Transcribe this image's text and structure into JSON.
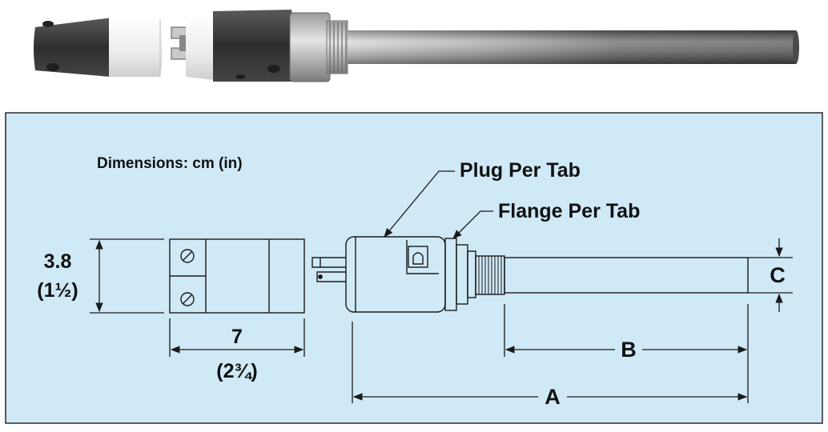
{
  "diagram": {
    "title": "Dimensions: cm (in)",
    "callouts": {
      "plug": "Plug Per Tab",
      "flange": "Flange Per Tab"
    },
    "dimensions": {
      "height_value": "3.8",
      "height_imperial": "(1½)",
      "width_value": "7",
      "width_imperial": "(2¾)",
      "a_label": "A",
      "b_label": "B",
      "c_label": "C"
    },
    "colors": {
      "panel_background": "#cfe9f6",
      "panel_border": "#2a2a2a",
      "line": "#1a1a1a",
      "photo_body": "#3a3a3a",
      "photo_insulator": "#f2f2f0",
      "photo_sheath": "#8a8a8a"
    }
  }
}
